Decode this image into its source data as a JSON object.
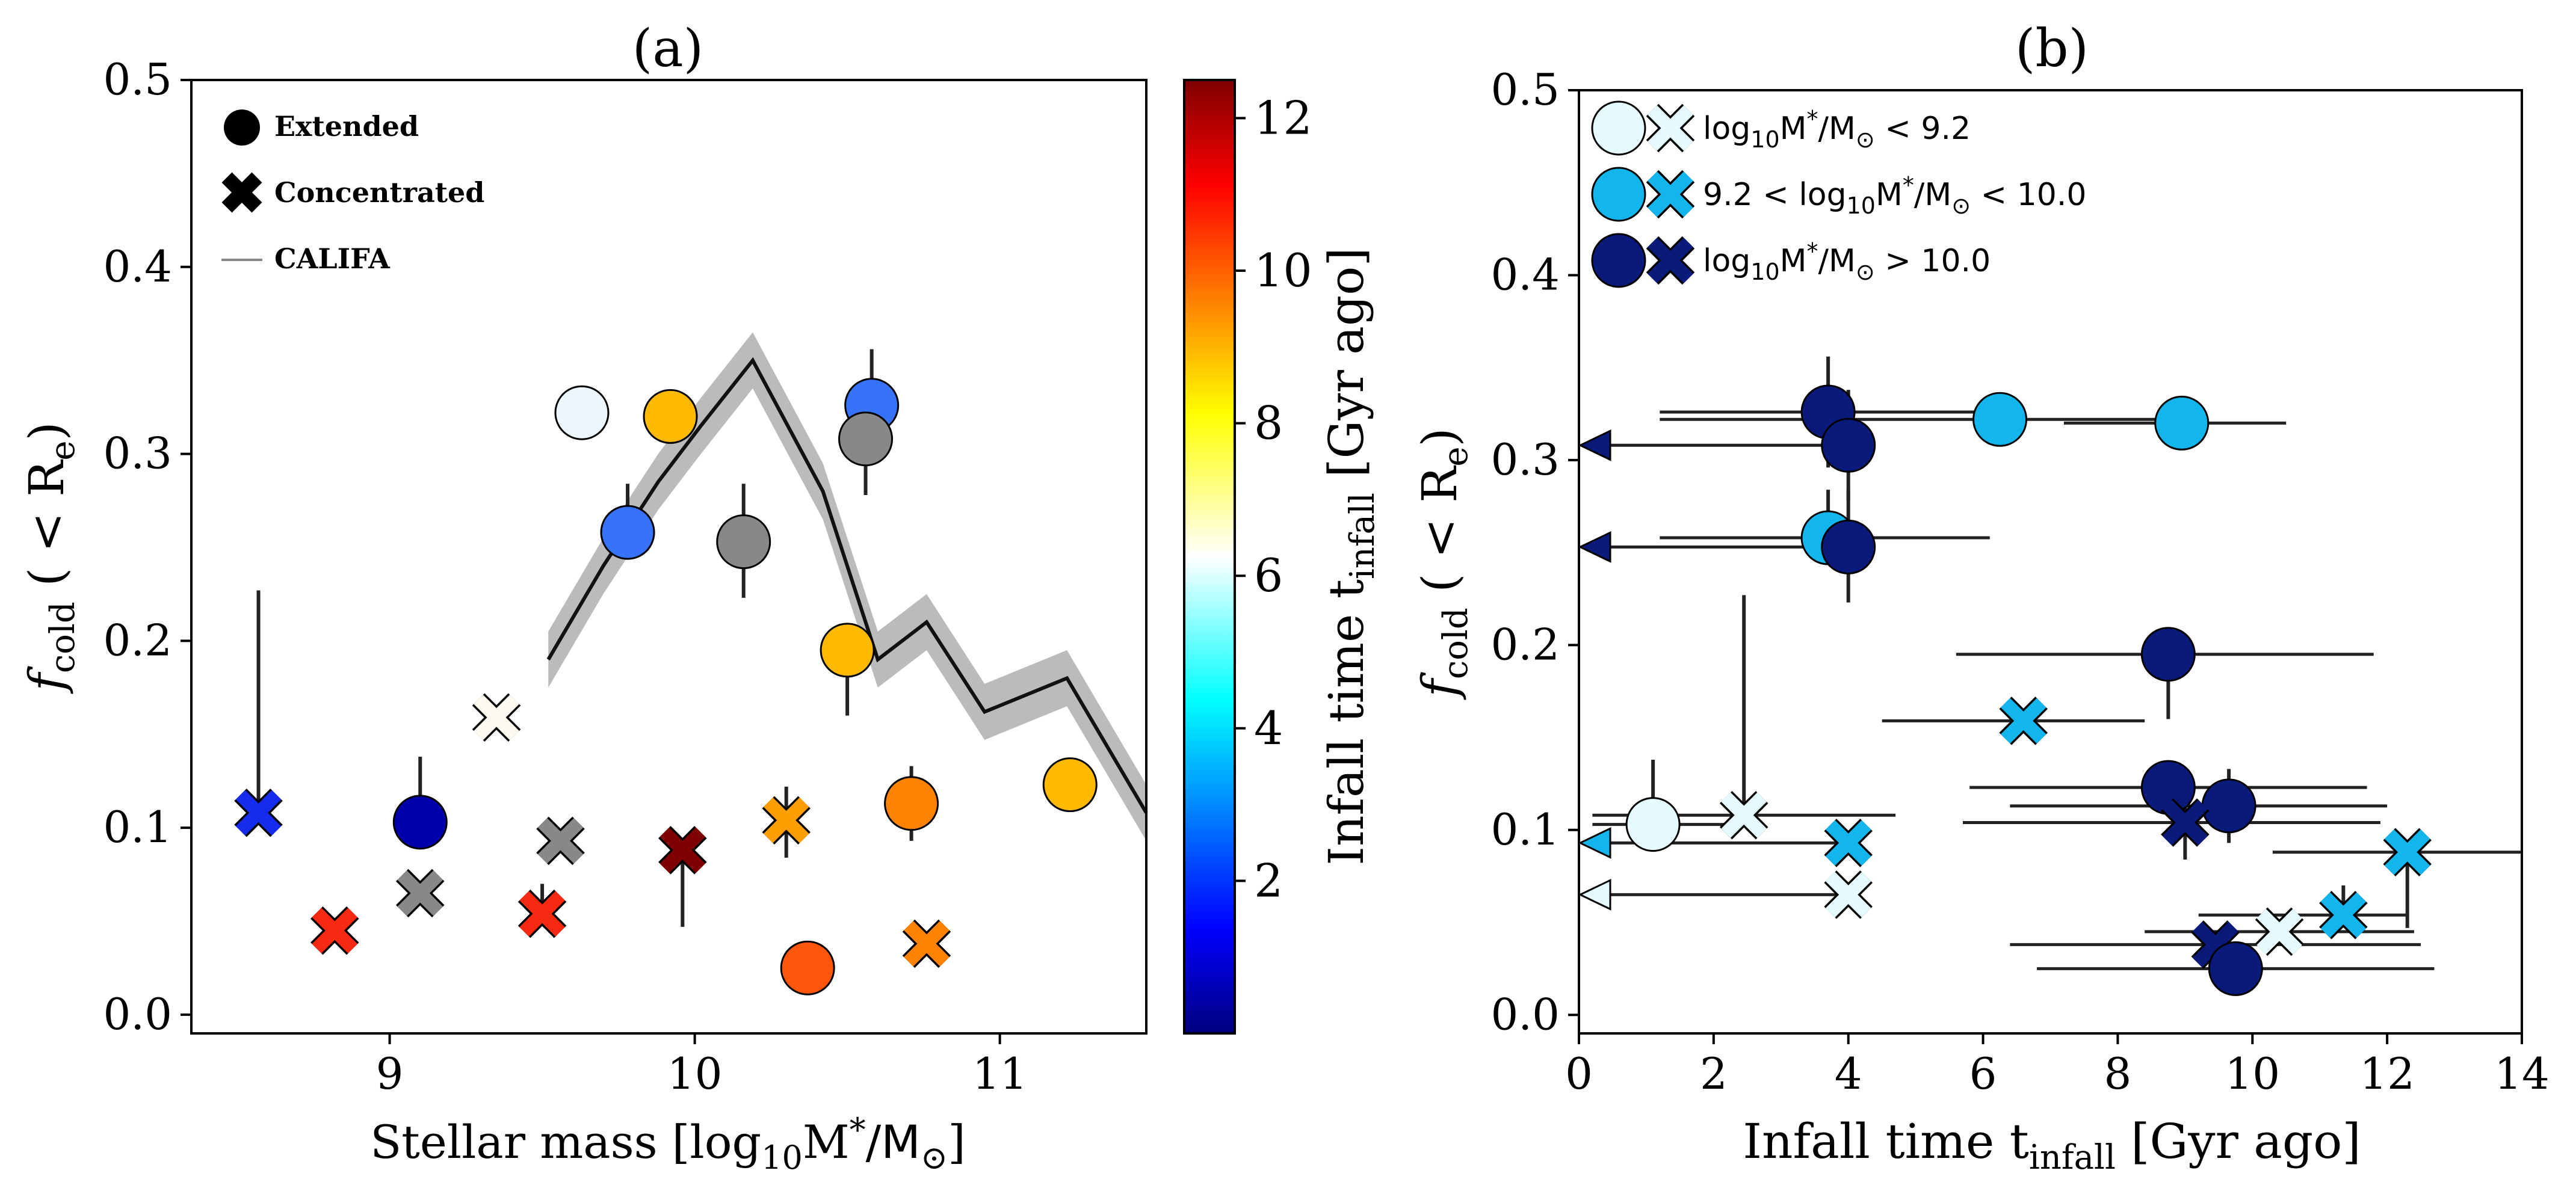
{
  "panel_a": {
    "title": "(a)",
    "xlabel_main": "Stellar mass [log",
    "xlabel_sub": "10",
    "xlabel_tail": "M",
    "xlabel_sup": "*",
    "xlabel_end": "/M",
    "xlabel_odot": "⊙",
    "xlabel_close": "]",
    "ylabel_f": "f",
    "ylabel_sub": "cold",
    "ylabel_rest": " ( < R",
    "ylabel_esub": "e",
    "ylabel_close": ")",
    "legend": {
      "extended": "Extended",
      "concentrated": "Concentrated",
      "califa": "CALIFA"
    },
    "colorbar": {
      "label_main": "Infall time t",
      "label_sub": "infall",
      "label_tail": " [Gyr ago]",
      "range": [
        0,
        12.5
      ],
      "ticks": [
        "2",
        "4",
        "6",
        "8",
        "10",
        "12"
      ]
    }
  },
  "panel_b": {
    "title": "(b)",
    "xlabel_main": "Infall time t",
    "xlabel_sub": "infall",
    "xlabel_tail": " [Gyr ago]",
    "ylabel_f": "f",
    "ylabel_sub": "cold",
    "ylabel_rest": " ( < R",
    "ylabel_esub": "e",
    "ylabel_close": ")",
    "legend": [
      {
        "pre": "log",
        "sub": "10",
        "mid": "M",
        "sup": "*",
        "end": "/M",
        "odot": "⊙",
        "post": " < 9.2",
        "color": "#e6fbff"
      },
      {
        "pre": "9.2 < log",
        "sub": "10",
        "mid": "M",
        "sup": "*",
        "end": "/M",
        "odot": "⊙",
        "post": " < 10.0",
        "color": "#12b6ec"
      },
      {
        "pre": "log",
        "sub": "10",
        "mid": "M",
        "sup": "*",
        "end": "/M",
        "odot": "⊙",
        "post": " > 10.0",
        "color": "#0a1a7a"
      }
    ]
  },
  "colors": {
    "bin_low": "#e6fbff",
    "bin_mid": "#12b6ec",
    "bin_high": "#0a1a7a",
    "no_infall": "#888888",
    "califa_band": "#bbbbbb"
  },
  "chart_data": [
    {
      "type": "scatter",
      "title": "(a)",
      "xlabel": "Stellar mass [log10M*/M⊙]",
      "ylabel": "fcold ( < Re)",
      "xlim": [
        8.35,
        11.48
      ],
      "ylim": [
        -0.01,
        0.5
      ],
      "xticks": [
        9,
        10,
        11
      ],
      "yticks": [
        0.0,
        0.1,
        0.2,
        0.3,
        0.4,
        0.5
      ],
      "xtick_labels": [
        "9",
        "10",
        "11"
      ],
      "ytick_labels": [
        "0.0",
        "0.1",
        "0.2",
        "0.3",
        "0.4",
        "0.5"
      ],
      "color_scale": "jet_r",
      "color_range": [
        0,
        12.5
      ],
      "califa_line": {
        "x": [
          9.52,
          9.7,
          9.88,
          10.02,
          10.19,
          10.42,
          10.6,
          10.76,
          10.95,
          11.22,
          11.48
        ],
        "y": [
          0.19,
          0.24,
          0.285,
          0.315,
          0.35,
          0.28,
          0.19,
          0.21,
          0.162,
          0.18,
          0.108
        ],
        "band": 0.015
      },
      "points": [
        {
          "x": 9.63,
          "y": 0.322,
          "marker": "circle",
          "tinfall": 6.0
        },
        {
          "x": 9.92,
          "y": 0.32,
          "marker": "circle",
          "tinfall": 9.0
        },
        {
          "x": 10.58,
          "y": 0.326,
          "marker": "circle",
          "tinfall": 3.0,
          "err": [
            0.296,
            0.356
          ]
        },
        {
          "x": 10.56,
          "y": 0.308,
          "marker": "circle",
          "tinfall": null,
          "err": [
            0.278,
            0.338
          ]
        },
        {
          "x": 9.78,
          "y": 0.258,
          "marker": "circle",
          "tinfall": 3.0,
          "err": [
            0.258,
            0.284
          ]
        },
        {
          "x": 10.16,
          "y": 0.253,
          "marker": "circle",
          "tinfall": null,
          "err": [
            0.223,
            0.284
          ]
        },
        {
          "x": 10.5,
          "y": 0.195,
          "marker": "circle",
          "tinfall": 9.0,
          "err": [
            0.16,
            0.195
          ]
        },
        {
          "x": 9.35,
          "y": 0.159,
          "marker": "cross",
          "tinfall": 6.5
        },
        {
          "x": 8.57,
          "y": 0.108,
          "marker": "cross",
          "tinfall": 2.0,
          "err": [
            0.108,
            0.227
          ]
        },
        {
          "x": 9.1,
          "y": 0.103,
          "marker": "circle",
          "tinfall": 0.6,
          "err": [
            0.103,
            0.138
          ]
        },
        {
          "x": 9.1,
          "y": 0.065,
          "marker": "cross",
          "tinfall": null
        },
        {
          "x": 8.82,
          "y": 0.045,
          "marker": "cross",
          "tinfall": 11.0
        },
        {
          "x": 9.5,
          "y": 0.054,
          "marker": "cross",
          "tinfall": 11.0,
          "err": [
            0.054,
            0.07
          ]
        },
        {
          "x": 9.56,
          "y": 0.093,
          "marker": "cross",
          "tinfall": null
        },
        {
          "x": 9.96,
          "y": 0.088,
          "marker": "cross",
          "tinfall": 12.5,
          "err": [
            0.047,
            0.088
          ]
        },
        {
          "x": 10.3,
          "y": 0.104,
          "marker": "cross",
          "tinfall": 9.5,
          "err": [
            0.084,
            0.122
          ]
        },
        {
          "x": 10.71,
          "y": 0.113,
          "marker": "circle",
          "tinfall": 10.0,
          "err": [
            0.093,
            0.133
          ]
        },
        {
          "x": 11.23,
          "y": 0.123,
          "marker": "circle",
          "tinfall": 9.0
        },
        {
          "x": 10.37,
          "y": 0.025,
          "marker": "circle",
          "tinfall": 10.5
        },
        {
          "x": 10.76,
          "y": 0.038,
          "marker": "cross",
          "tinfall": 10.0
        }
      ]
    },
    {
      "type": "scatter",
      "title": "(b)",
      "xlabel": "Infall time tinfall [Gyr ago]",
      "ylabel": "fcold ( < Re)",
      "xlim": [
        0,
        14
      ],
      "ylim": [
        -0.01,
        0.5
      ],
      "xticks": [
        0,
        2,
        4,
        6,
        8,
        10,
        12,
        14
      ],
      "yticks": [
        0.0,
        0.1,
        0.2,
        0.3,
        0.4,
        0.5
      ],
      "xtick_labels": [
        "0",
        "2",
        "4",
        "6",
        "8",
        "10",
        "12",
        "14"
      ],
      "ytick_labels": [
        "0.0",
        "0.1",
        "0.2",
        "0.3",
        "0.4",
        "0.5"
      ],
      "series": [
        {
          "name": "log10M*/M⊙ < 9.2",
          "points": [
            {
              "x": 1.1,
              "y": 0.103,
              "marker": "circle",
              "xerr": [
                0.2,
                2.2
              ],
              "yerr": [
                0.103,
                0.138
              ]
            },
            {
              "x": 2.45,
              "y": 0.108,
              "marker": "cross",
              "xerr": [
                0.2,
                4.7
              ],
              "yerr": [
                0.108,
                0.227
              ]
            },
            {
              "x": 4.0,
              "y": 0.065,
              "marker": "cross",
              "upper_limit": true
            },
            {
              "x": 10.4,
              "y": 0.045,
              "marker": "cross",
              "xerr": [
                8.4,
                12.4
              ]
            }
          ]
        },
        {
          "name": "9.2 < log10M*/M⊙ < 10.0",
          "points": [
            {
              "x": 6.25,
              "y": 0.322,
              "marker": "circle",
              "xerr": [
                1.2,
                8.9
              ]
            },
            {
              "x": 8.95,
              "y": 0.32,
              "marker": "circle",
              "xerr": [
                7.2,
                10.5
              ]
            },
            {
              "x": 3.7,
              "y": 0.258,
              "marker": "circle",
              "xerr": [
                1.2,
                6.1
              ],
              "yerr": [
                0.258,
                0.284
              ]
            },
            {
              "x": 6.6,
              "y": 0.159,
              "marker": "cross",
              "xerr": [
                4.5,
                8.4
              ]
            },
            {
              "x": 4.0,
              "y": 0.093,
              "marker": "cross",
              "upper_limit": true
            },
            {
              "x": 12.3,
              "y": 0.088,
              "marker": "cross",
              "xerr": [
                10.3,
                14.0
              ],
              "yerr": [
                0.047,
                0.088
              ]
            },
            {
              "x": 11.35,
              "y": 0.054,
              "marker": "cross",
              "xerr": [
                9.2,
                12.3
              ],
              "yerr": [
                0.054,
                0.07
              ]
            }
          ]
        },
        {
          "name": "log10M*/M⊙ > 10.0",
          "points": [
            {
              "x": 3.7,
              "y": 0.326,
              "marker": "circle",
              "xerr": [
                1.2,
                6.1
              ],
              "yerr": [
                0.296,
                0.356
              ]
            },
            {
              "x": 4.0,
              "y": 0.308,
              "marker": "circle",
              "upper_limit": true,
              "yerr": [
                0.278,
                0.338
              ]
            },
            {
              "x": 4.0,
              "y": 0.253,
              "marker": "circle",
              "upper_limit": true,
              "yerr": [
                0.223,
                0.284
              ]
            },
            {
              "x": 8.75,
              "y": 0.195,
              "marker": "circle",
              "xerr": [
                5.6,
                11.8
              ],
              "yerr": [
                0.16,
                0.195
              ]
            },
            {
              "x": 8.75,
              "y": 0.123,
              "marker": "circle",
              "xerr": [
                5.8,
                11.7
              ]
            },
            {
              "x": 9.65,
              "y": 0.113,
              "marker": "circle",
              "xerr": [
                6.4,
                12.0
              ],
              "yerr": [
                0.093,
                0.133
              ]
            },
            {
              "x": 9.0,
              "y": 0.104,
              "marker": "cross",
              "xerr": [
                5.7,
                11.9
              ],
              "yerr": [
                0.084,
                0.122
              ]
            },
            {
              "x": 9.45,
              "y": 0.038,
              "marker": "cross",
              "xerr": [
                6.4,
                12.5
              ]
            },
            {
              "x": 9.75,
              "y": 0.025,
              "marker": "circle",
              "xerr": [
                6.8,
                12.7
              ]
            }
          ]
        }
      ]
    }
  ]
}
